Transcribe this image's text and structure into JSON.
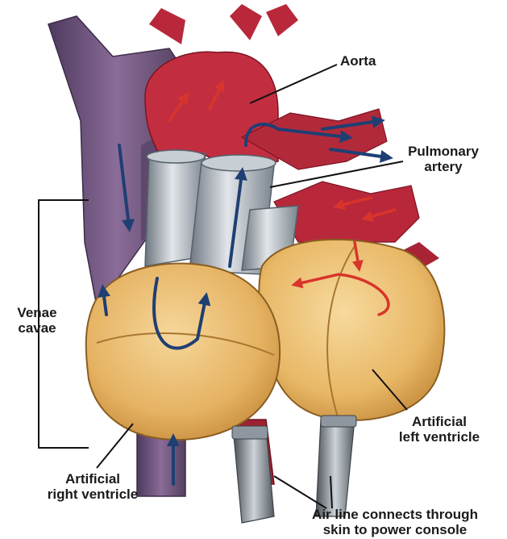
{
  "labels": {
    "aorta": "Aorta",
    "pulmonary_artery": [
      "Pulmonary",
      "artery"
    ],
    "venae_cavae": [
      "Venae",
      "cavae"
    ],
    "artificial_left_ventricle": [
      "Artificial",
      "left ventricle"
    ],
    "artificial_right_ventricle": [
      "Artificial",
      "right ventricle"
    ],
    "air_line": [
      "Air line connects through",
      "skin to power console"
    ]
  },
  "colors": {
    "vena_cava": "#6b4f7a",
    "artery_red": "#b8283a",
    "graft_gray": "#9aa3ab",
    "ventricle_tan": "#e8b868",
    "flow_blue": "#1f3f73",
    "flow_red": "#d9342b",
    "leader_line": "#111111"
  }
}
